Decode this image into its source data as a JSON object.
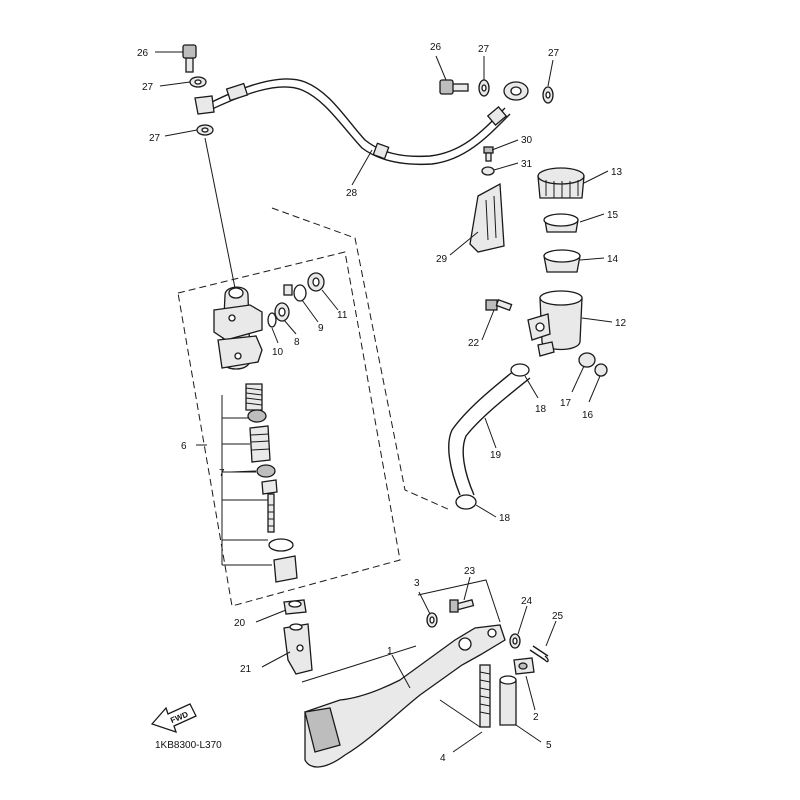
{
  "diagram_code": "1KB8300-L370",
  "fwd_label": "FWD",
  "callouts": {
    "c1": "1",
    "c2": "2",
    "c3": "3",
    "c4": "4",
    "c5": "5",
    "c6": "6",
    "c7": "7",
    "c8": "8",
    "c9": "9",
    "c10": "10",
    "c11": "11",
    "c12": "12",
    "c13": "13",
    "c14": "14",
    "c15": "15",
    "c16": "16",
    "c17": "17",
    "c18a": "18",
    "c18b": "18",
    "c19": "19",
    "c20": "20",
    "c21": "21",
    "c22": "22",
    "c23": "23",
    "c24": "24",
    "c25": "25",
    "c26a": "26",
    "c26b": "26",
    "c27a": "27",
    "c27b": "27",
    "c27c": "27",
    "c27d": "27",
    "c28": "28",
    "c29": "29",
    "c30": "30",
    "c31": "31"
  }
}
